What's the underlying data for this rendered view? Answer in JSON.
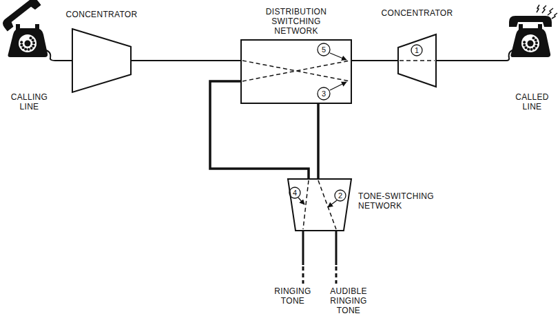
{
  "diagram": {
    "nodes": [
      {
        "text": [
          "CALLING LINE"
        ]
      },
      {
        "text": [
          "CONCENTRATOR"
        ]
      },
      {
        "text": [
          "DISTRIBUTION SWITCHING NETWORK"
        ]
      },
      {
        "text": [
          "CONCENTRATOR"
        ]
      },
      {
        "text": [
          "CALLED LINE"
        ]
      },
      {
        "text": [
          "TONE-SWITCHING NETWORK"
        ]
      }
    ],
    "edges": [
      {
        "from": 0,
        "to": 1,
        "arrow": "none"
      },
      {
        "from": 1,
        "to": 2,
        "arrow": "none"
      },
      {
        "from": 2,
        "to": 3,
        "arrow": "none"
      },
      {
        "from": 3,
        "to": 4,
        "arrow": "none"
      },
      {
        "from": 2,
        "to": 5,
        "arrow": "none"
      },
      {
        "from": 2,
        "to": 5,
        "arrow": "none"
      }
    ],
    "labels": [
      "1",
      "5",
      "3",
      "4",
      "2",
      "RINGING TONE",
      "AUDIBLE RINGING TONE"
    ]
  }
}
